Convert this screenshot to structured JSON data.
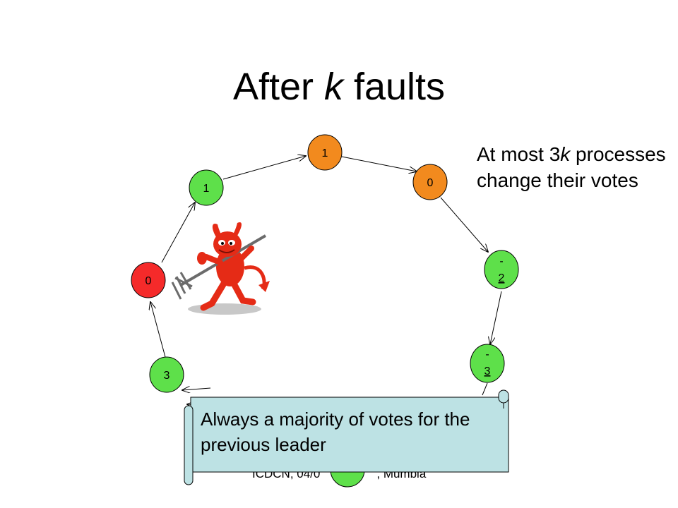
{
  "title": {
    "prefix": "After ",
    "italic": "k",
    "suffix": " faults"
  },
  "note": {
    "line1_prefix": "At most 3",
    "line1_italic": "k",
    "rest": "processes change their votes"
  },
  "nodes": [
    {
      "id": "n1",
      "label": "1",
      "color": "#f28a1e"
    },
    {
      "id": "n2",
      "label": "0",
      "color": "#f28a1e"
    },
    {
      "id": "n3",
      "label": "-2",
      "color": "#5ee04a"
    },
    {
      "id": "n4",
      "label": "-3",
      "color": "#5ee04a"
    },
    {
      "id": "n5",
      "label": "",
      "color": "#5ee04a"
    },
    {
      "id": "n6",
      "label": "3",
      "color": "#5ee04a"
    },
    {
      "id": "n7",
      "label": "0",
      "color": "#f52a2a"
    },
    {
      "id": "n8",
      "label": "1",
      "color": "#5ee04a"
    }
  ],
  "callout": {
    "text": "Always a majority of votes for the previous leader",
    "fill": "#bde2e4"
  },
  "footer": {
    "left": "ICDCN, 04/0",
    "right": ", Mumbia"
  },
  "colors": {
    "orange": "#f28a1e",
    "green": "#5ee04a",
    "red": "#f52a2a",
    "devil": "#e52b16"
  },
  "icons": [
    "devil-with-trident"
  ]
}
